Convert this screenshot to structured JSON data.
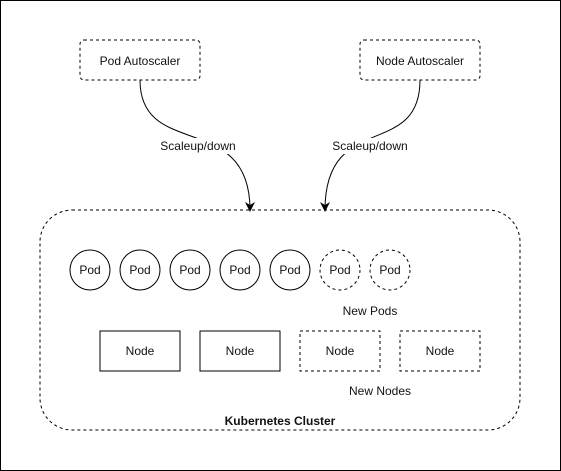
{
  "pod_autoscaler": {
    "label": "Pod Autoscaler"
  },
  "node_autoscaler": {
    "label": "Node Autoscaler"
  },
  "arrows": {
    "left_label": "Scaleup/down",
    "right_label": "Scaleup/down"
  },
  "cluster": {
    "title": "Kubernetes Cluster",
    "pods": [
      {
        "label": "Pod",
        "new": false
      },
      {
        "label": "Pod",
        "new": false
      },
      {
        "label": "Pod",
        "new": false
      },
      {
        "label": "Pod",
        "new": false
      },
      {
        "label": "Pod",
        "new": false
      },
      {
        "label": "Pod",
        "new": true
      },
      {
        "label": "Pod",
        "new": true
      }
    ],
    "new_pods_label": "New Pods",
    "nodes": [
      {
        "label": "Node",
        "new": false
      },
      {
        "label": "Node",
        "new": false
      },
      {
        "label": "Node",
        "new": true
      },
      {
        "label": "Node",
        "new": true
      }
    ],
    "new_nodes_label": "New Nodes"
  }
}
